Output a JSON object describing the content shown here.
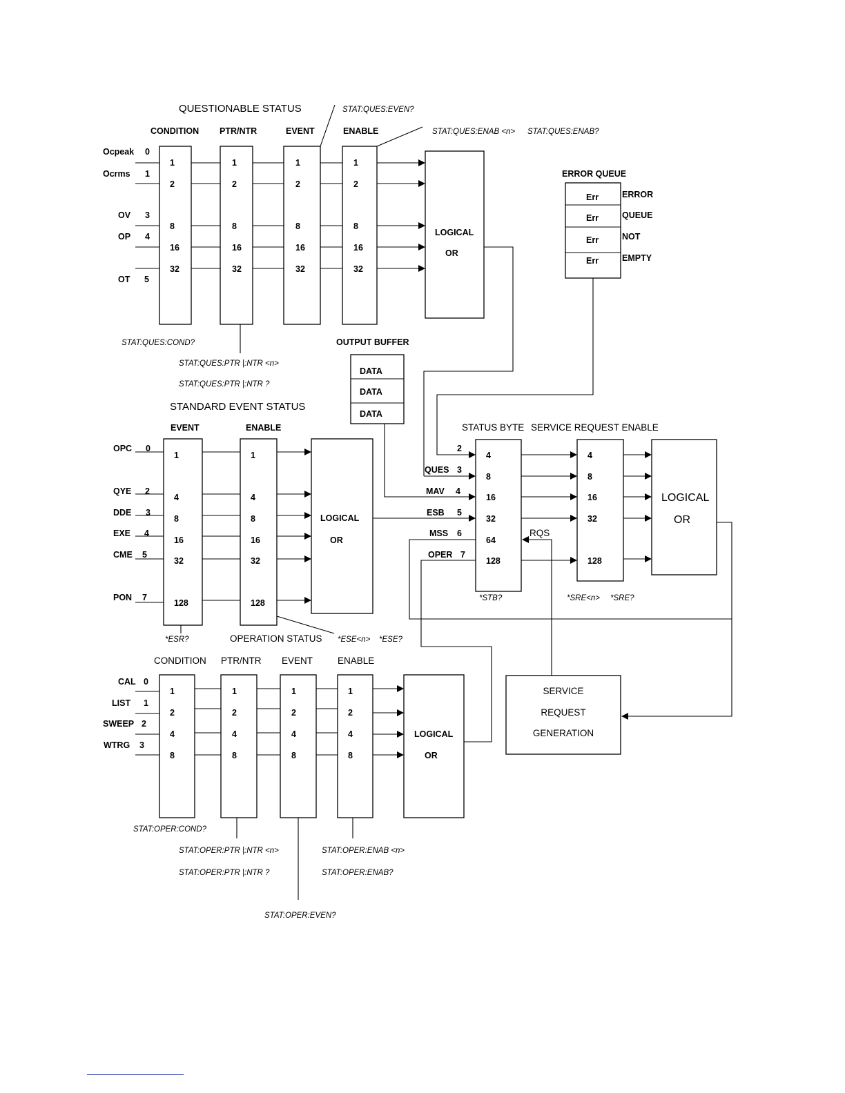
{
  "questionable": {
    "title": "QUESTIONABLE STATUS",
    "cols": {
      "condition": "CONDITION",
      "ptr": "PTR/NTR",
      "event": "EVENT",
      "enable": "ENABLE"
    },
    "inputs": [
      {
        "name": "Ocpeak",
        "bit": "0"
      },
      {
        "name": "Ocrms",
        "bit": "1"
      },
      {
        "name": "OV",
        "bit": "3"
      },
      {
        "name": "OP",
        "bit": "4"
      },
      {
        "name": "OT",
        "bit": "5"
      }
    ],
    "values": [
      "1",
      "2",
      "8",
      "16",
      "32"
    ],
    "logical": [
      "LOGICAL",
      "OR"
    ],
    "cmd_even": "STAT:QUES:EVEN?",
    "cmd_enab": "STAT:QUES:ENAB <n>",
    "cmd_enab_q": "STAT:QUES:ENAB?",
    "cmd_cond": "STAT:QUES:COND?",
    "cmd_ptr": "STAT:QUES:PTR |:NTR <n>",
    "cmd_ptr_q": "STAT:QUES:PTR |:NTR ?"
  },
  "error_queue": {
    "title": "ERROR QUEUE",
    "entries": [
      "Err",
      "Err",
      "Err",
      "Err"
    ],
    "side": [
      "ERROR",
      "QUEUE",
      "NOT",
      "EMPTY"
    ]
  },
  "output_buffer": {
    "title": "OUTPUT BUFFER",
    "entries": [
      "DATA",
      "DATA",
      "DATA"
    ]
  },
  "standard_event": {
    "title": "STANDARD EVENT STATUS",
    "cols": {
      "event": "EVENT",
      "enable": "ENABLE"
    },
    "inputs": [
      {
        "name": "OPC",
        "bit": "0"
      },
      {
        "name": "QYE",
        "bit": "2"
      },
      {
        "name": "DDE",
        "bit": "3"
      },
      {
        "name": "EXE",
        "bit": "4"
      },
      {
        "name": "CME",
        "bit": "5"
      },
      {
        "name": "PON",
        "bit": "7"
      }
    ],
    "values": [
      "1",
      "4",
      "8",
      "16",
      "32",
      "128"
    ],
    "logical": [
      "LOGICAL",
      "OR"
    ],
    "cmd_esr": "*ESR?",
    "cmd_ese": "*ESE<n>",
    "cmd_ese_q": "*ESE?"
  },
  "status_byte": {
    "title": "STATUS BYTE",
    "sre_title": "SERVICE REQUEST ENABLE",
    "inputs": [
      {
        "name": "",
        "bit": "2"
      },
      {
        "name": "QUES",
        "bit": "3"
      },
      {
        "name": "MAV",
        "bit": "4"
      },
      {
        "name": "ESB",
        "bit": "5"
      },
      {
        "name": "MSS",
        "bit": "6"
      },
      {
        "name": "OPER",
        "bit": "7"
      }
    ],
    "values": [
      "4",
      "8",
      "16",
      "32",
      "64",
      "128"
    ],
    "sre_values": [
      "4",
      "8",
      "16",
      "32",
      "128"
    ],
    "rqs": "RQS",
    "logical": [
      "LOGICAL",
      "OR"
    ],
    "cmd_stb": "*STB?",
    "cmd_sre": "*SRE<n>",
    "cmd_sre_q": "*SRE?"
  },
  "service_request": {
    "lines": [
      "SERVICE",
      "REQUEST",
      "GENERATION"
    ]
  },
  "operation": {
    "title": "OPERATION STATUS",
    "cols": {
      "condition": "CONDITION",
      "ptr": "PTR/NTR",
      "event": "EVENT",
      "enable": "ENABLE"
    },
    "inputs": [
      {
        "name": "CAL",
        "bit": "0"
      },
      {
        "name": "LIST",
        "bit": "1"
      },
      {
        "name": "SWEEP",
        "bit": "2"
      },
      {
        "name": "WTRG",
        "bit": "3"
      }
    ],
    "values": [
      "1",
      "2",
      "4",
      "8"
    ],
    "logical": [
      "LOGICAL",
      "OR"
    ],
    "cmd_cond": "STAT:OPER:COND?",
    "cmd_ptr": "STAT:OPER:PTR |:NTR <n>",
    "cmd_ptr_q": "STAT:OPER:PTR |:NTR ?",
    "cmd_enab": "STAT:OPER:ENAB <n>",
    "cmd_enab_q": "STAT:OPER:ENAB?",
    "cmd_even": "STAT:OPER:EVEN?"
  }
}
